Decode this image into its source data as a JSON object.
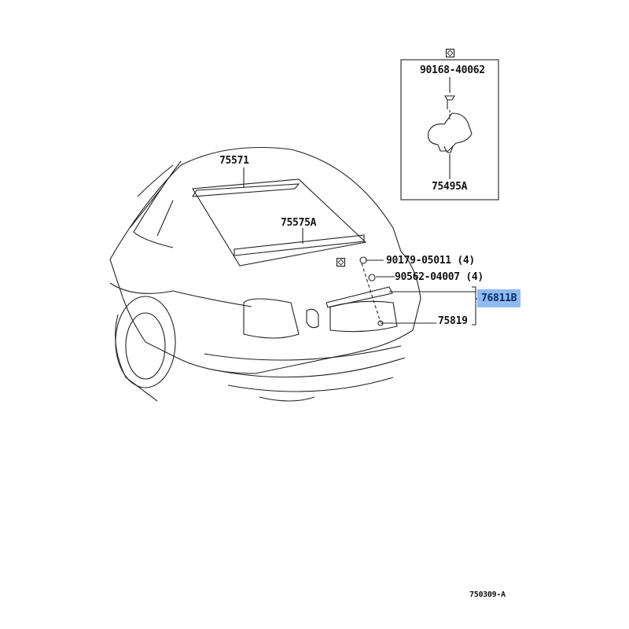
{
  "diagram": {
    "parts": {
      "p1": "90168-40062",
      "p2": "75495A",
      "p3": "75571",
      "p4": "75575A",
      "p5": "90179-05011 (4)",
      "p6": "90562-04007 (4)",
      "p7": "76811B",
      "p8": "75819"
    },
    "figure_code": "750309-A",
    "highlight_color": "#8fbcf0",
    "icons": [
      "non-reusable-part-symbol"
    ]
  }
}
